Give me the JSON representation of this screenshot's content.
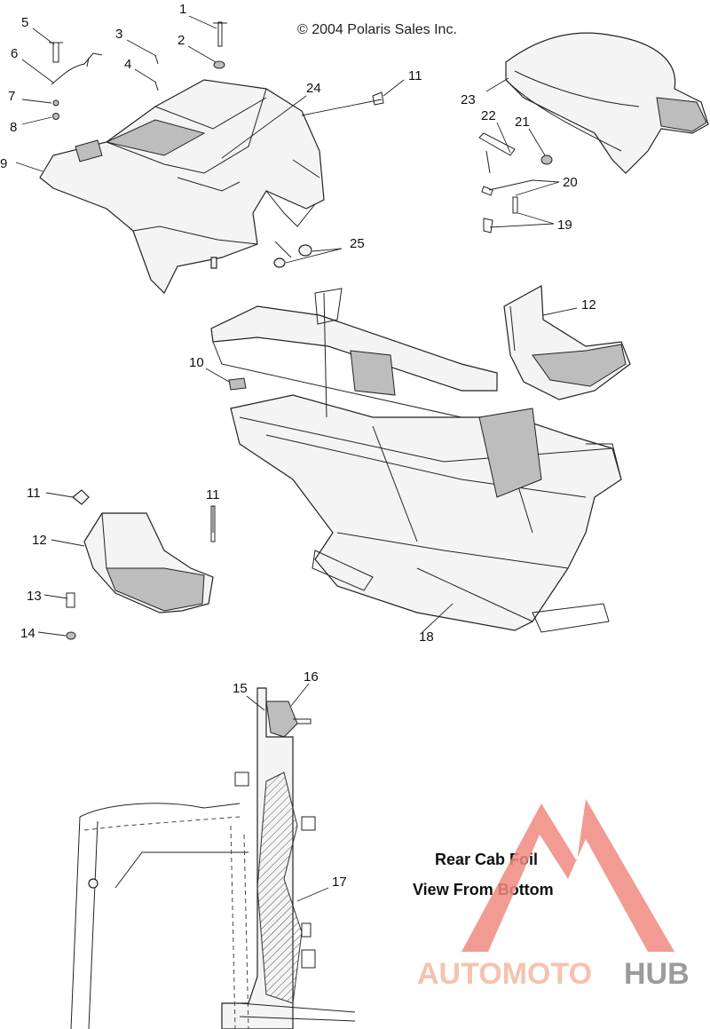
{
  "copyright": "© 2004 Polaris Sales Inc.",
  "caption_line1": "Rear Cab Foil",
  "caption_line2": "View From Bottom",
  "watermark": {
    "part1": "AUTOMOTO",
    "part2": "HUB",
    "color1": "#f5b8a0",
    "color2": "#8a8a8a",
    "triangle": "#f08a80"
  },
  "callouts": {
    "c1": "1",
    "c2": "2",
    "c3": "3",
    "c4": "4",
    "c5": "5",
    "c6": "6",
    "c7": "7",
    "c8": "8",
    "c9": "9",
    "c10": "10",
    "c11a": "11",
    "c11b": "11",
    "c11c": "11",
    "c12a": "12",
    "c12b": "12",
    "c13": "13",
    "c14": "14",
    "c15": "15",
    "c16": "16",
    "c17": "17",
    "c18": "18",
    "c19": "19",
    "c20": "20",
    "c21": "21",
    "c22": "22",
    "c23": "23",
    "c24": "24",
    "c25": "25"
  }
}
